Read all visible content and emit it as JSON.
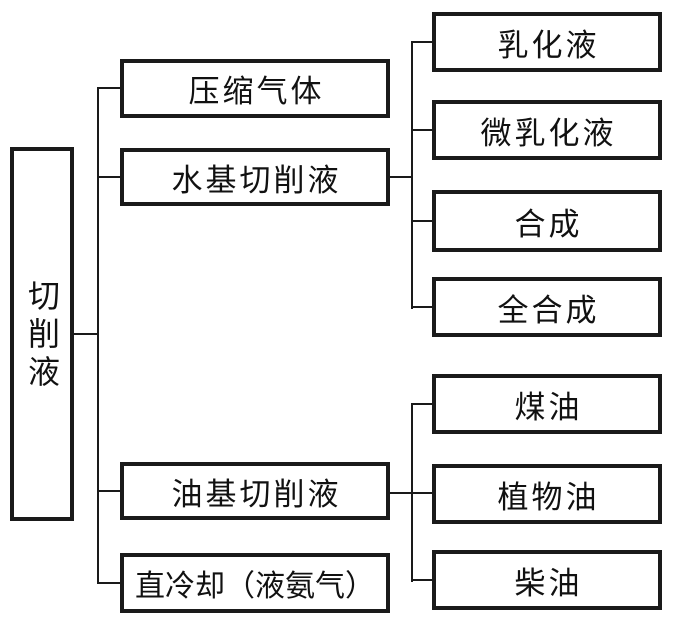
{
  "colors": {
    "line": "#1a1a1a",
    "border": "#1a1a1a",
    "bg": "#ffffff",
    "text": "#111111"
  },
  "diagram": {
    "type": "tree",
    "root": {
      "label": "切削液"
    },
    "branches": [
      {
        "label": "压缩气体",
        "children": []
      },
      {
        "label": "水基切削液",
        "children": [
          {
            "label": "乳化液"
          },
          {
            "label": "微乳化液"
          },
          {
            "label": "合成"
          },
          {
            "label": "全合成"
          }
        ]
      },
      {
        "label": "油基切削液",
        "children": [
          {
            "label": "煤油"
          },
          {
            "label": "植物油"
          },
          {
            "label": "柴油"
          }
        ]
      },
      {
        "label": "直冷却（液氨气）",
        "children": []
      }
    ]
  }
}
